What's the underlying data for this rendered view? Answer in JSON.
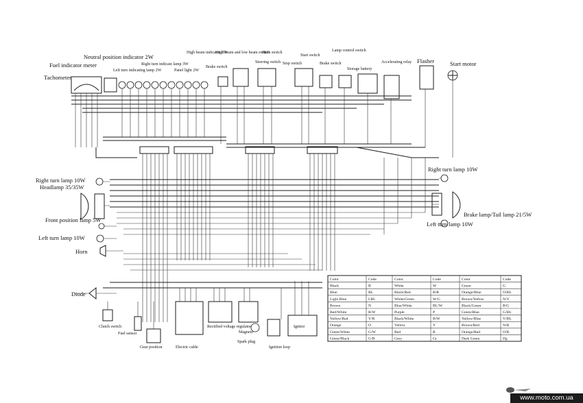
{
  "components": {
    "neutral_indicator": "Neutral position indicator 2W",
    "fuel_meter": "Fuel indicator meter",
    "tachometer": "Tachometer",
    "left_turn_indicator": "Left turn indicating lamp 2W",
    "right_turn_indicator": "Right turn indicate lamp 3W",
    "high_beam_indicator": "High beam indicator 2W",
    "panel_light": "Panel light 2W",
    "brake_switch_top": "Brake switch",
    "high_low_switch": "High beam and low beam switch",
    "horn_switch": "Horn switch",
    "steering_switch": "Steering switch",
    "start_switch": "Start switch",
    "stop_switch": "Stop switch",
    "lamp_control_switch": "Lamp control switch",
    "brake_switch": "Brake switch",
    "storage_battery": "Storage battery",
    "accelerating_relay": "Accelerating relay",
    "flasher": "Flasher",
    "start_motor": "Start motor",
    "right_turn_lamp_left": "Right turn lamp 10W",
    "headlamp": "Headlamp 35/35W",
    "front_position_lamp": "Front position lamp 5W",
    "left_turn_lamp_left": "Left turn lamp 10W",
    "horn": "Horn",
    "right_turn_lamp_right": "Right turn lamp 10W",
    "brake_tail_lamp": "Brake lamp/Tail lamp 21/5W",
    "left_turn_lamp_right": "Left turn lamp 10W",
    "diode": "Diode",
    "clutch_switch": "Clutch switch",
    "fuel_sensor": "Fuel sensor",
    "gear_position": "Gear position",
    "electric_cable": "Electric cable",
    "rectifier": "Rectified voltage regulator",
    "magneto": "Magneto",
    "spark_plug": "Spark plug",
    "ignition_loop": "Ignition loop",
    "ignitor": "Ignitor"
  },
  "color_table": {
    "headers": [
      "Color",
      "Code",
      "Color",
      "Code",
      "Color",
      "Code"
    ],
    "rows": [
      [
        "Black",
        "B",
        "White",
        "W",
        "Green",
        "G"
      ],
      [
        "Blue",
        "BL",
        "Black/Red",
        "B/R",
        "Orange/Blue",
        "O/BL"
      ],
      [
        "Light Blue",
        "LBL",
        "White/Green",
        "W/G",
        "Brown/Yellow",
        "N/Y"
      ],
      [
        "Brown",
        "N",
        "Blue/White",
        "BL/W",
        "Black/Green",
        "B/G"
      ],
      [
        "Red/White",
        "R/W",
        "Purple",
        "P",
        "Green/Blue",
        "G/BL"
      ],
      [
        "Yellow/Red",
        "Y/R",
        "Black/White",
        "B/W",
        "Yellow/Blue",
        "Y/BL"
      ],
      [
        "Orange",
        "O",
        "Yellow",
        "Y",
        "Brown/Red",
        "N/R"
      ],
      [
        "Green/White",
        "G/W",
        "Red",
        "R",
        "Orange/Red",
        "O/R"
      ],
      [
        "Green/Black",
        "G/B",
        "Grey",
        "Gr",
        "Dark Green",
        "Dg"
      ]
    ]
  },
  "watermark": "www.moto.com.ua"
}
